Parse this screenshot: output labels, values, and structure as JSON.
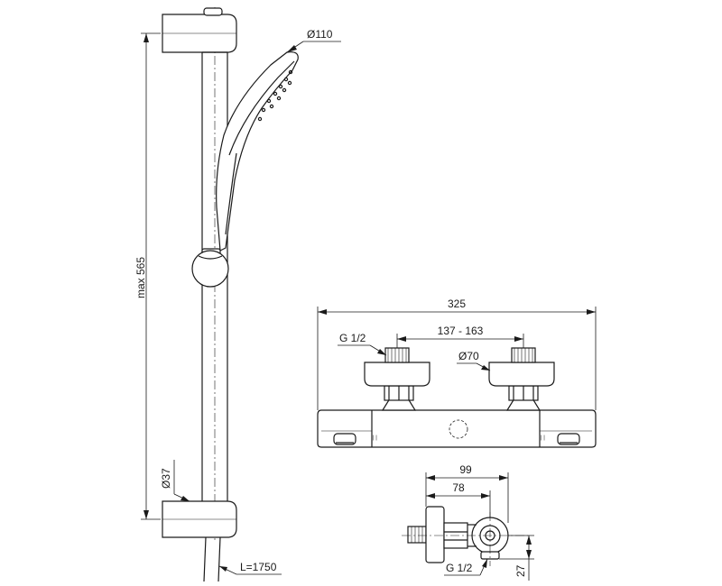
{
  "labels": {
    "handshower_diameter": "Ø110",
    "rail_height": "max 565",
    "rail_diameter": "Ø37",
    "hose_length": "L=1750",
    "mixer_width": "325",
    "inlet_centers": "137 - 163",
    "inlet_thread": "G 1/2",
    "cover_diameter": "Ø70",
    "side_depth_total": "99",
    "side_depth_inner": "78",
    "side_outlet_thread": "G 1/2",
    "side_outlet_height": "27"
  }
}
